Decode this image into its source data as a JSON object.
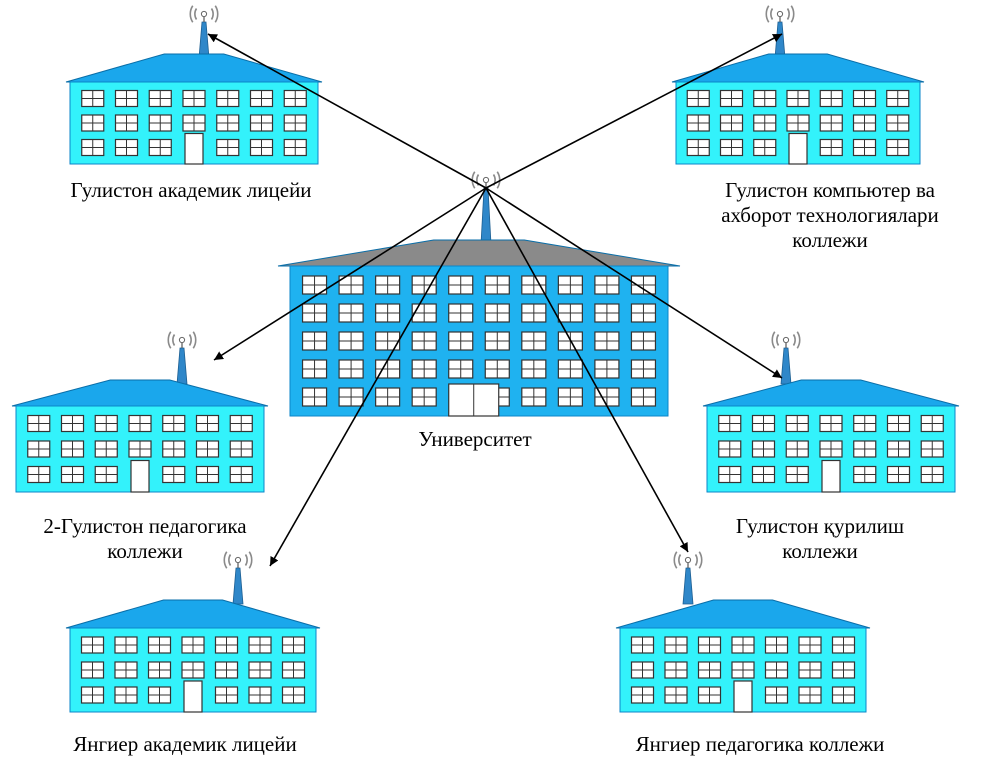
{
  "diagram": {
    "hub": {
      "id": "university",
      "label": "Университет",
      "roof_color": "#8a8a8a",
      "wall_color": "#1fb2f0"
    },
    "colors": {
      "wall": "#33f2fb",
      "roof": "#1aa7ec",
      "window_fill": "#ffffff",
      "window_frame": "#333333",
      "antenna": "#2f87c9",
      "wave": "#8a8a8a",
      "arrow": "#000000"
    },
    "nodes": [
      {
        "id": "gulistan-academic-lyceum",
        "lines": [
          "Гулистон академик лицейи"
        ]
      },
      {
        "id": "gulistan-computer-college",
        "lines": [
          "Гулистон компьютер ва",
          "ахборот технологиялари",
          "коллежи"
        ]
      },
      {
        "id": "gulistan-pedagogical-college-2",
        "lines": [
          "2-Гулистон педагогика",
          "коллежи"
        ]
      },
      {
        "id": "gulistan-construction-college",
        "lines": [
          "Гулистон қурилиш",
          "коллежи"
        ]
      },
      {
        "id": "yangiyer-academic-lyceum",
        "lines": [
          "Янгиер академик лицейи"
        ]
      },
      {
        "id": "yangiyer-pedagogical-college",
        "lines": [
          "Янгиер педагогика коллежи"
        ]
      }
    ],
    "edges": [
      {
        "from": "university",
        "to": "gulistan-academic-lyceum",
        "direction": "to"
      },
      {
        "from": "university",
        "to": "gulistan-computer-college",
        "direction": "to"
      },
      {
        "from": "university",
        "to": "gulistan-pedagogical-college-2",
        "direction": "to"
      },
      {
        "from": "university",
        "to": "gulistan-construction-college",
        "direction": "to"
      },
      {
        "from": "university",
        "to": "yangiyer-academic-lyceum",
        "direction": "to"
      },
      {
        "from": "university",
        "to": "yangiyer-pedagogical-college",
        "direction": "to"
      }
    ]
  }
}
